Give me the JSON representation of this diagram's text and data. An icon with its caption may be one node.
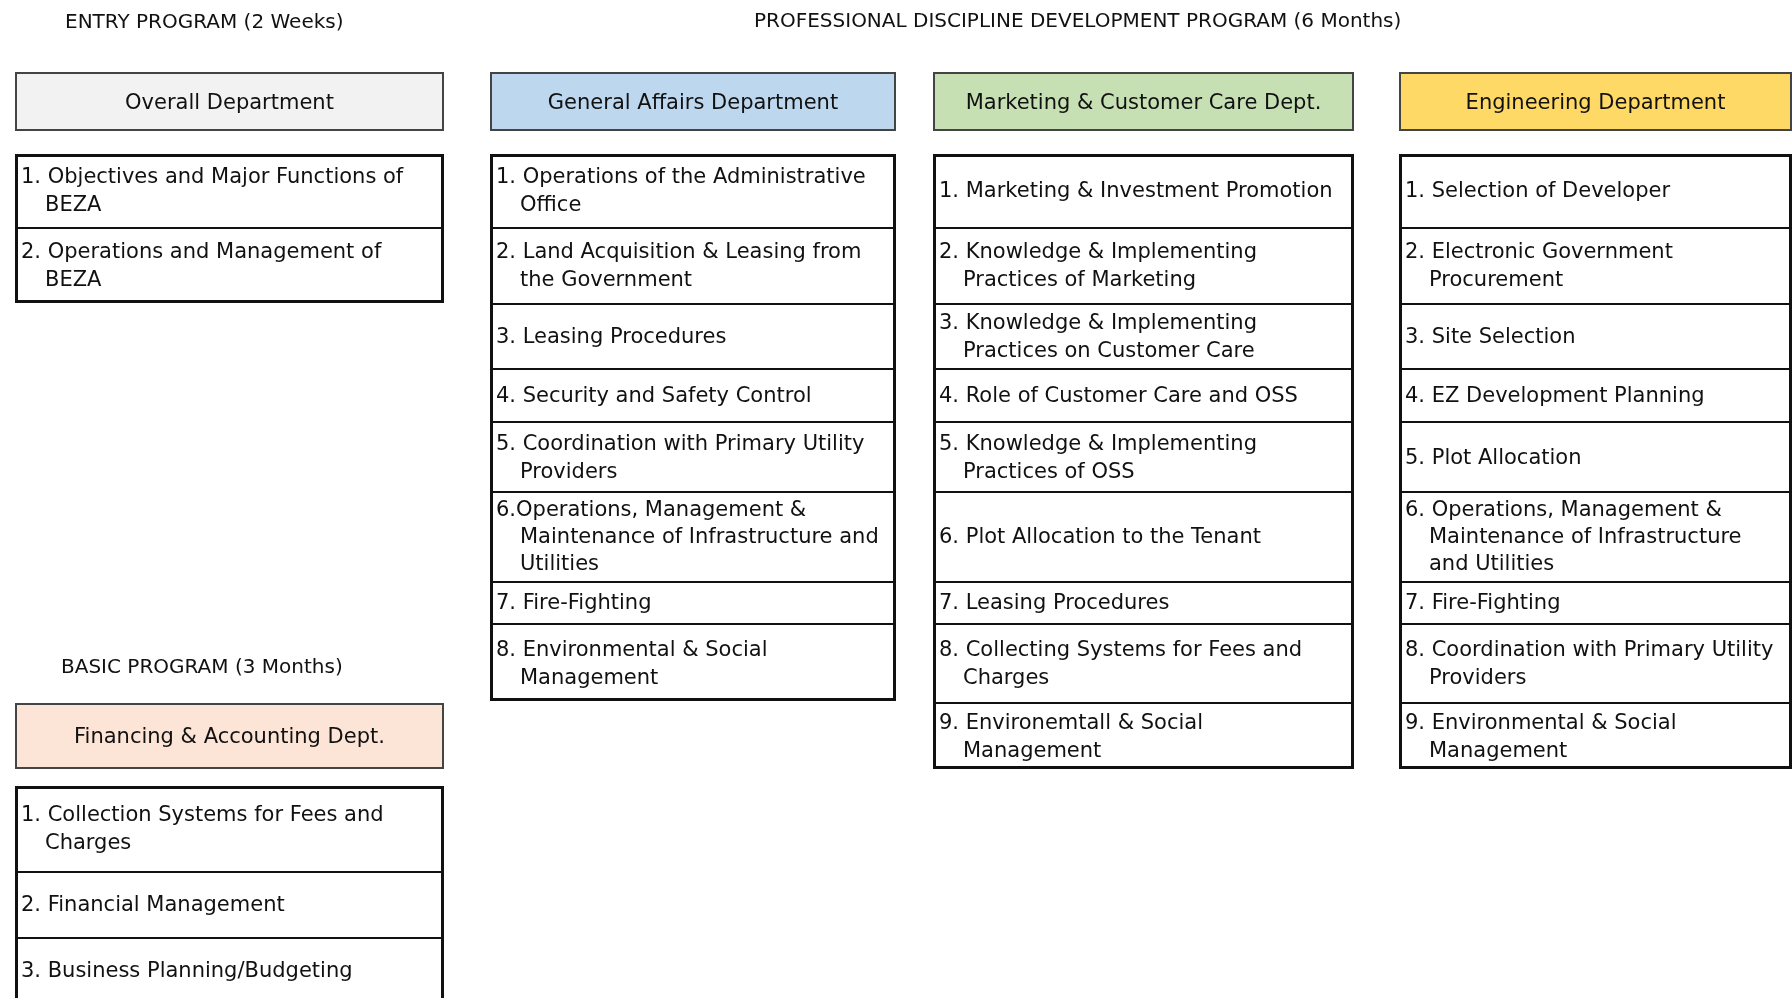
{
  "diagram": {
    "nodes": [
      {
        "text": [
          "Overall Department"
        ]
      },
      {
        "text": [
          "1. Objectives and Major Functions of BEZA"
        ]
      },
      {
        "text": [
          "2. Operations and Management of BEZA"
        ]
      },
      {
        "text": [
          "Financing & Accounting Dept."
        ]
      },
      {
        "text": [
          "1. Collection Systems for Fees and Charges"
        ]
      },
      {
        "text": [
          "2. Financial Management"
        ]
      },
      {
        "text": [
          "3. Business Planning/Budgeting"
        ]
      },
      {
        "text": [
          "General Affairs Department"
        ]
      },
      {
        "text": [
          "1. Operations of the Administrative Office"
        ]
      },
      {
        "text": [
          "2. Land Acquisition & Leasing from the Government"
        ]
      },
      {
        "text": [
          "3. Leasing Procedures"
        ]
      },
      {
        "text": [
          "4. Security and Safety Control"
        ]
      },
      {
        "text": [
          "5. Coordination with Primary Utility Providers"
        ]
      },
      {
        "text": [
          "6.Operations, Management & Maintenance of Infrastructure and Utilities"
        ]
      },
      {
        "text": [
          "7. Fire-Fighting"
        ]
      },
      {
        "text": [
          "8. Environmental & Social Management"
        ]
      },
      {
        "text": [
          "Marketing & Customer Care Dept."
        ]
      },
      {
        "text": [
          "1. Marketing & Investment Promotion"
        ]
      },
      {
        "text": [
          "2. Knowledge & Implementing Practices of Marketing"
        ]
      },
      {
        "text": [
          "3. Knowledge & Implementing Practices on Customer Care"
        ]
      },
      {
        "text": [
          "4. Role of Customer Care and OSS"
        ]
      },
      {
        "text": [
          "5. Knowledge & Implementing Practices of OSS"
        ]
      },
      {
        "text": [
          "6. Plot Allocation to the Tenant"
        ]
      },
      {
        "text": [
          "7. Leasing Procedures"
        ]
      },
      {
        "text": [
          "8. Collecting Systems for Fees and Charges"
        ]
      },
      {
        "text": [
          "9. Environemtall & Social Management"
        ]
      },
      {
        "text": [
          "Engineering Department"
        ]
      },
      {
        "text": [
          "1. Selection of Developer"
        ]
      },
      {
        "text": [
          "2. Electronic Government Procurement"
        ]
      },
      {
        "text": [
          "3. Site Selection"
        ]
      },
      {
        "text": [
          "4. EZ Development Planning"
        ]
      },
      {
        "text": [
          "5. Plot Allocation"
        ]
      },
      {
        "text": [
          "6. Operations, Management & Maintenance of Infrastructure and Utilities"
        ]
      },
      {
        "text": [
          "7. Fire-Fighting"
        ]
      },
      {
        "text": [
          "8. Coordination with Primary Utility Providers"
        ]
      },
      {
        "text": [
          "9. Environmental & Social Management"
        ]
      }
    ],
    "edges": [],
    "labels": [
      "ENTRY PROGRAM (2 Weeks)",
      "PROFESSIONAL DISCIPLINE DEVELOPMENT PROGRAM (6 Months)",
      "BASIC PROGRAM (3 Months)"
    ]
  }
}
